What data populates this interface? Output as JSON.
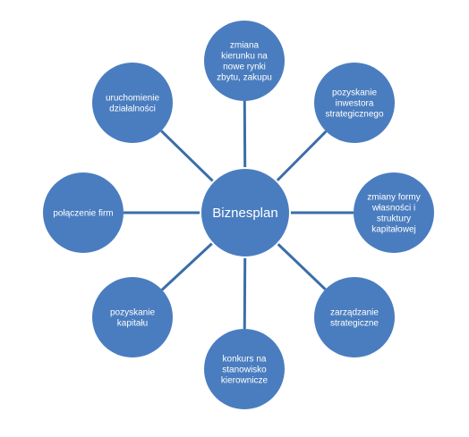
{
  "center": {
    "label": "Biznesplan"
  },
  "nodes": [
    {
      "lines": [
        "zmiana",
        "kierunku na",
        "nowe rynki",
        "zbytu, zakupu"
      ]
    },
    {
      "lines": [
        "pozyskanie",
        "inwestora",
        "strategicznego"
      ]
    },
    {
      "lines": [
        "zmiany formy",
        "własności i",
        "struktury",
        "kapitałowej"
      ]
    },
    {
      "lines": [
        "zarządzanie",
        "strategiczne"
      ]
    },
    {
      "lines": [
        "konkurs na",
        "stanowisko",
        "kierownicze"
      ]
    },
    {
      "lines": [
        "pozyskanie",
        "kapitału"
      ]
    },
    {
      "lines": [
        "połączenie firm"
      ]
    },
    {
      "lines": [
        "uruchomienie",
        "działalności"
      ]
    }
  ],
  "colors": {
    "circle": "#4a7dbf",
    "spoke": "#3a6ea8"
  }
}
